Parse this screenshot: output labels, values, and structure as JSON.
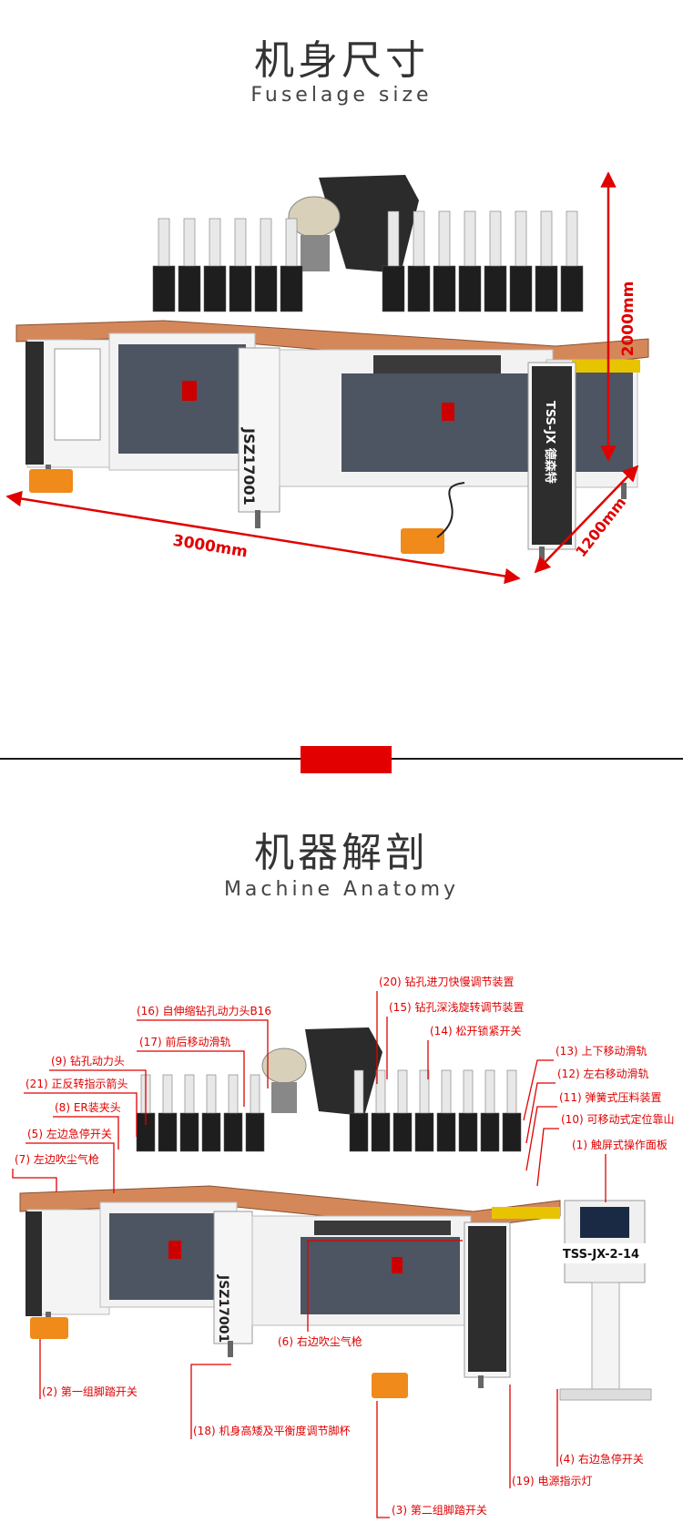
{
  "section1": {
    "title_cn": "机身尺寸",
    "title_en": "Fuselage size",
    "dim_height": "2000mm",
    "dim_width": "3000mm",
    "dim_depth": "1200mm",
    "machine_code": "JSZ17001",
    "brand": "TSS-JX 德森特"
  },
  "section2": {
    "title_cn": "机器解剖",
    "title_en": "Machine Anatomy",
    "panel_model": "TSS-JX-2-14",
    "machine_code": "JSZ17001",
    "labels": {
      "l20": "(20) 钻孔进刀快慢调节装置",
      "l16": "(16) 自伸缩钻孔动力头B16",
      "l15": "(15) 钻孔深浅旋转调节装置",
      "l17": "(17) 前后移动滑轨",
      "l14": "(14) 松开锁紧开关",
      "l13": "(13) 上下移动滑轨",
      "l9": "(9) 钻孔动力头",
      "l12": "(12) 左右移动滑轨",
      "l21": "(21) 正反转指示箭头",
      "l11": "(11) 弹簧式压料装置",
      "l8": "(8) ER装夹头",
      "l10": "(10) 可移动式定位靠山",
      "l5": "(5) 左边急停开关",
      "l1": "(1) 触屏式操作面板",
      "l7": "(7) 左边吹尘气枪",
      "l6": "(6) 右边吹尘气枪",
      "l2": "(2) 第一组脚踏开关",
      "l18": "(18) 机身高矮及平衡度调节脚杯",
      "l4": "(4) 右边急停开关",
      "l19": "(19) 电源指示灯",
      "l3": "(3) 第二组脚踏开关"
    }
  }
}
